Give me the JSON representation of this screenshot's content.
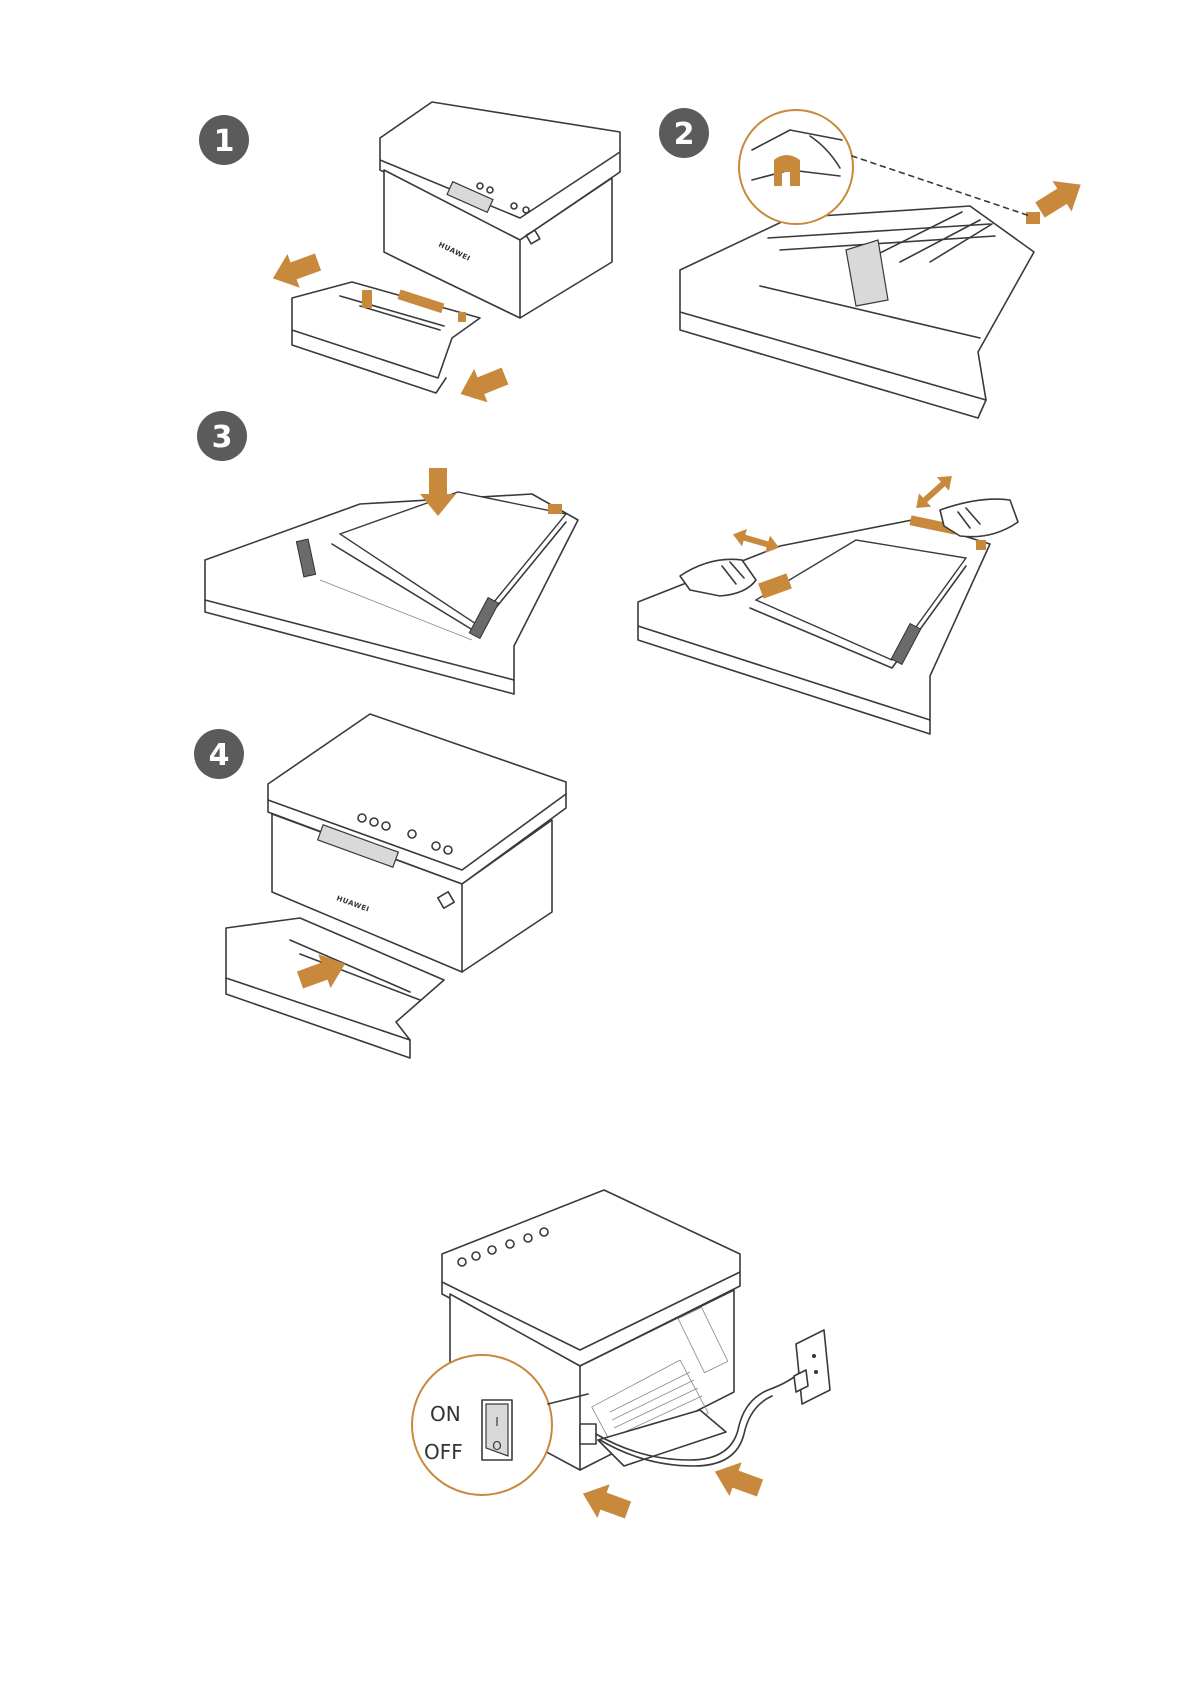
{
  "steps": [
    {
      "number": "1"
    },
    {
      "number": "2"
    },
    {
      "number": "3"
    },
    {
      "number": "4"
    }
  ],
  "brand_label": "HUAWEI",
  "power_switch": {
    "on_label": "ON",
    "off_label": "OFF",
    "on_symbol": "I",
    "off_symbol": "O"
  },
  "colors": {
    "accent": "#c8893c",
    "badge": "#5b5b5b",
    "outline": "#3a3a3a"
  },
  "icons": [
    "arrow-icon",
    "double-arrow-icon",
    "hand-icon",
    "power-plug-icon",
    "wall-outlet-icon"
  ]
}
